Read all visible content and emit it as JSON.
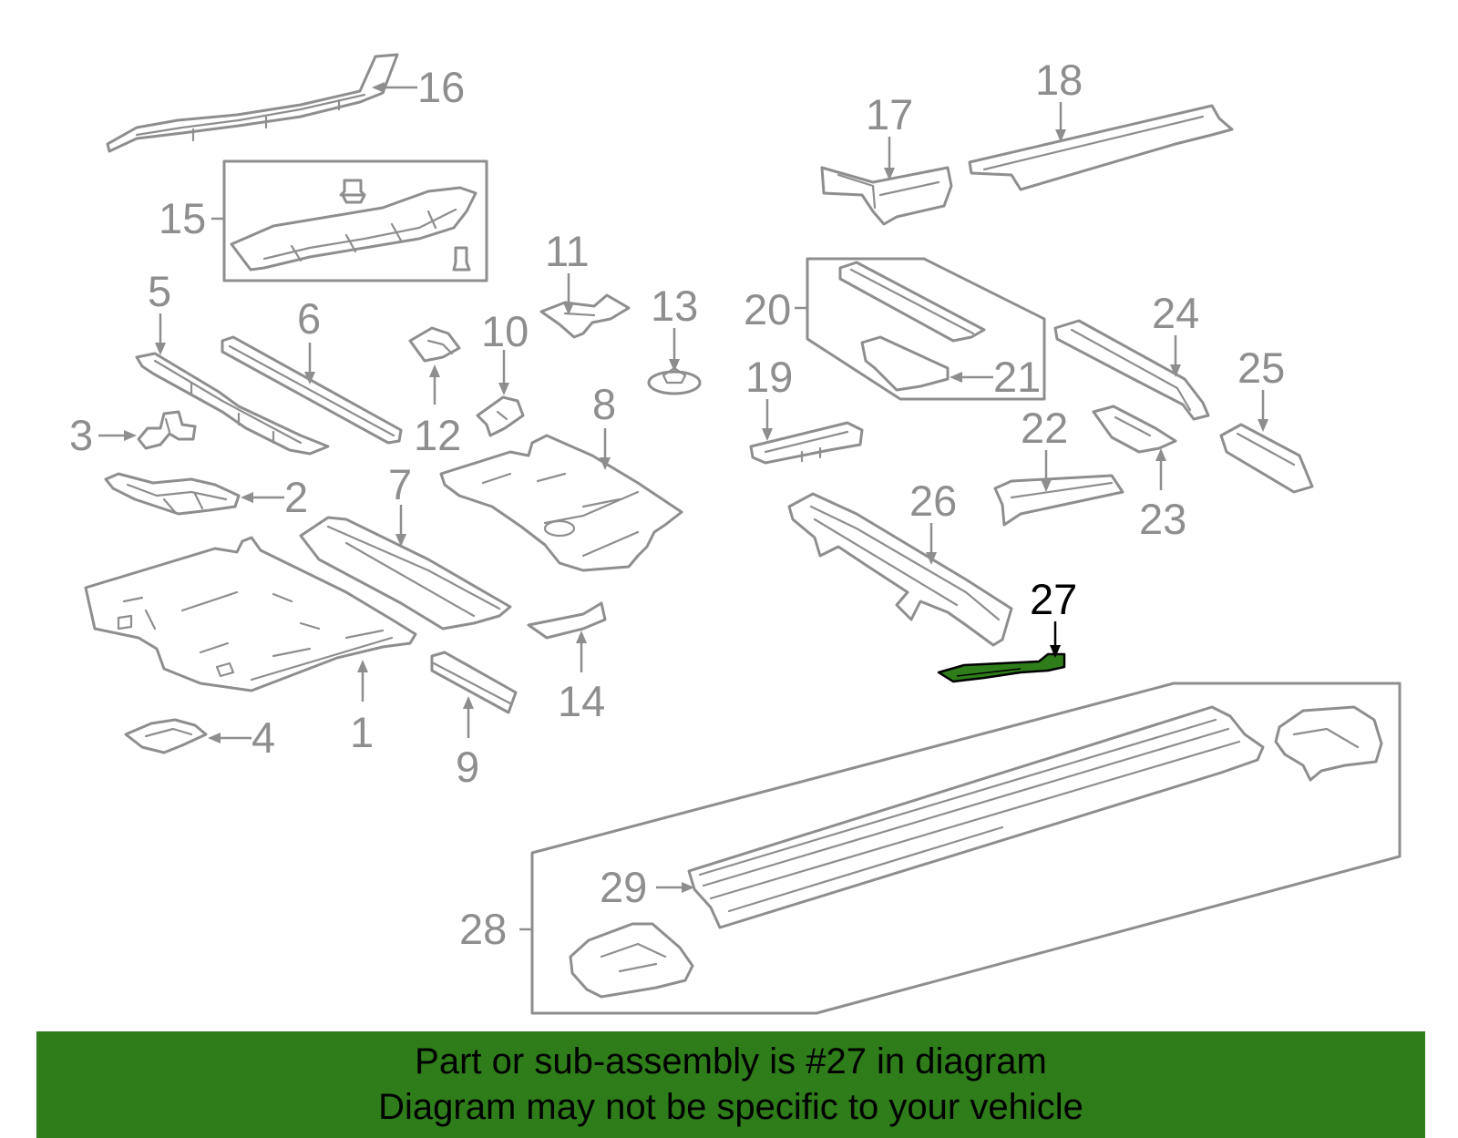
{
  "callouts": {
    "n1": "1",
    "n2": "2",
    "n3": "3",
    "n4": "4",
    "n5": "5",
    "n6": "6",
    "n7": "7",
    "n8": "8",
    "n9": "9",
    "n10": "10",
    "n11": "11",
    "n12": "12",
    "n13": "13",
    "n14": "14",
    "n15": "15",
    "n16": "16",
    "n17": "17",
    "n18": "18",
    "n19": "19",
    "n20": "20",
    "n21": "21",
    "n22": "22",
    "n23": "23",
    "n24": "24",
    "n25": "25",
    "n26": "26",
    "n27": "27",
    "n28": "28",
    "n29": "29"
  },
  "highlight": {
    "part": "27",
    "color": "#2e7d1a"
  },
  "banner": {
    "line1": "Part or sub-assembly is #27 in diagram",
    "line2": "Diagram may not be specific to your vehicle",
    "background": "#2e7d1a"
  }
}
